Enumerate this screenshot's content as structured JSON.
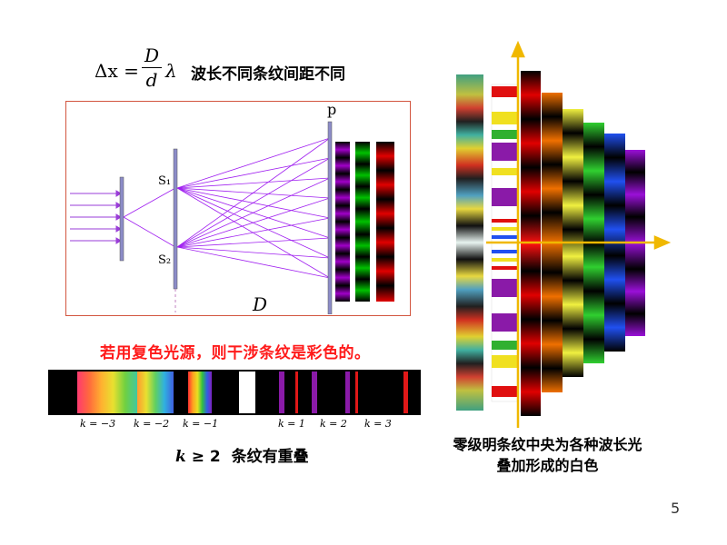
{
  "slide": {
    "formula": {
      "lhs": "Δx =",
      "numerator": "D",
      "denominator": "d",
      "factor": "λ"
    },
    "heading": "波长不同条纹间距不同",
    "diagram": {
      "screen_label": "p",
      "slit1_label": "S₁",
      "slit2_label": "S₂",
      "distance_label": "D"
    },
    "red_caption": "若用复色光源，则干涉条纹是彩色的。",
    "orders": [
      "k = −3",
      "k = −2",
      "k = −1",
      "k = 1",
      "k = 2",
      "k = 3"
    ],
    "overlap_text": {
      "k": "k",
      "rel": "≥ 2",
      "rest": "条纹有重叠"
    },
    "right_caption_line1": "零级明条纹中央为各种波长光",
    "right_caption_line2": "叠加形成的白色",
    "page_number": "5"
  },
  "colors": {
    "red": "#ff1a1a",
    "box_border": "#d2553f",
    "ray": "#a020f0",
    "arrow": "#f0b800"
  }
}
